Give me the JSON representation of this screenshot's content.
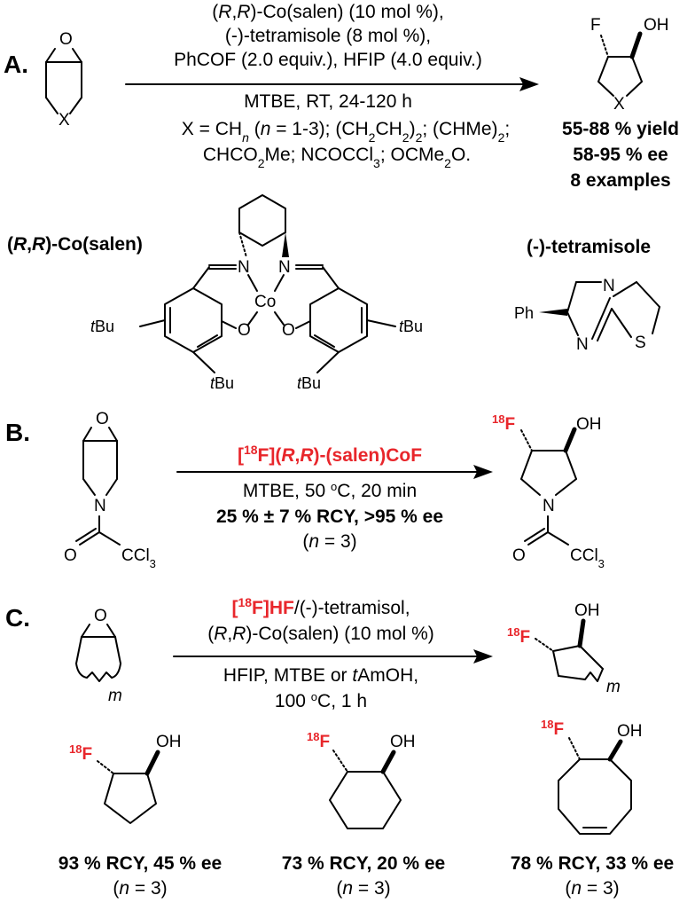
{
  "sectionA": {
    "label": "A.",
    "conditions": [
      "(R,R)-Co(salen) (10 mol %),",
      "(-)-tetramisole (8 mol %),",
      "PhCOF (2.0 equiv.), HFIP (4.0 equiv.)",
      "MTBE, RT, 24-120 h",
      "X = CHn (n = 1-3); (CH2CH2)2; (CHMe)2;",
      "CHCO2Me; NCOCCl3; OCMe2O."
    ],
    "results": [
      "55-88 % yield",
      "58-95 % ee",
      "8 examples"
    ],
    "catalyst_label": "(R,R)-Co(salen)",
    "cocatalyst_label": "(-)-tetramisole"
  },
  "sectionB": {
    "label": "B.",
    "reagent": "[18F](R,R)-(salen)CoF",
    "conditions": [
      "MTBE, 50 ºC, 20 min",
      "25 % ± 7 % RCY, >95 % ee",
      "(n = 3)"
    ]
  },
  "sectionC": {
    "label": "C.",
    "conditions": [
      "[18F]HF/(-)-tetramisol,",
      "(R,R)-Co(salen) (10 mol %)",
      "HFIP, MTBE or tAmOH,",
      "100 ºC, 1 h"
    ],
    "examples": [
      {
        "result": "93 % RCY, 45 % ee",
        "n": "(n = 3)"
      },
      {
        "result": "73 % RCY, 20 % ee",
        "n": "(n = 3)"
      },
      {
        "result": "78 % RCY, 33 % ee",
        "n": "(n = 3)"
      }
    ]
  },
  "colors": {
    "radiolabel": "#e8262b",
    "ink": "#000000"
  }
}
